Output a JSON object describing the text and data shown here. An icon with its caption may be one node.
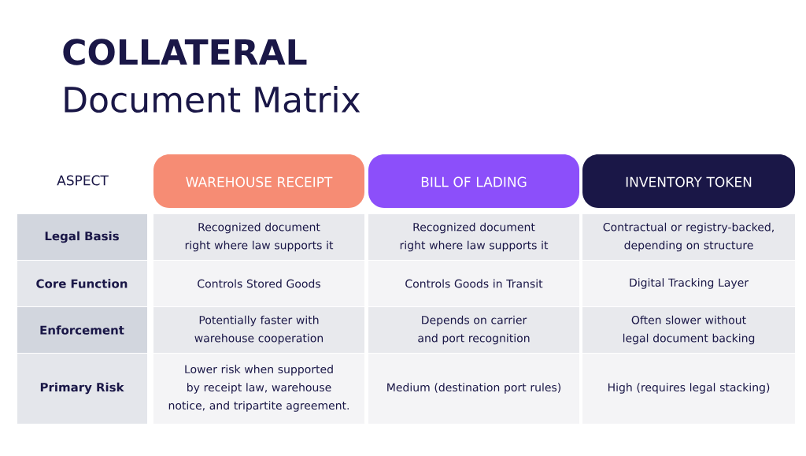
{
  "diagram": {
    "title": "COLLATERAL",
    "labels": [
      "Document Matrix",
      "ASPECT",
      "WAREHOUSE RECEIPT",
      "BILL OF LADING",
      "INVENTORY TOKEN",
      "Legal Basis",
      "Recognized document right where law supports it",
      "Recognized document right where law supports it",
      "Contractual or registry-backed, depending on structure",
      "Core Function",
      "Controls Stored Goods",
      "Controls Goods in Transit",
      "Digital Tracking Layer",
      "Enforcement",
      "Potentially faster with warehouse cooperation",
      "Depends on carrier and port recognition",
      "Often slower without legal document backing",
      "Primary Risk",
      "Lower risk when supported by receipt law, warehouse notice, and tripartite agreement.",
      "Medium (destination port rules)",
      "High (requires legal stacking)"
    ]
  }
}
